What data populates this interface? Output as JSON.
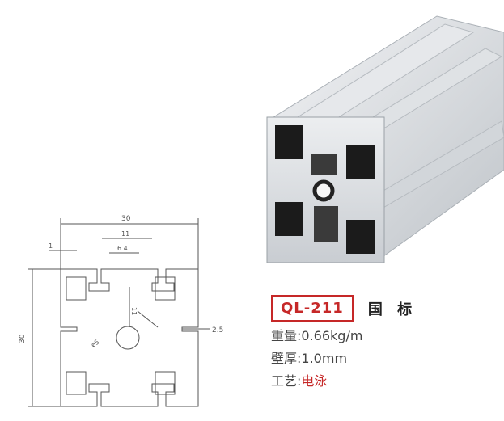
{
  "drawing": {
    "width_dim": "30",
    "height_dim": "30",
    "slot_top_dim": "11",
    "slot_inner_dim": "6.4",
    "slot_depth_dim": "11",
    "lip_dim": "1",
    "thickness_dim": "2.5",
    "hole_dim": "ø5"
  },
  "product": {
    "model": "QL-211",
    "standard": "国 标",
    "specs": [
      {
        "label": "重量:",
        "value": "0.66kg/m",
        "highlight": false
      },
      {
        "label": "壁厚:",
        "value": "1.0mm",
        "highlight": false
      },
      {
        "label": "工艺:",
        "value": "电泳",
        "highlight": true
      }
    ]
  },
  "colors": {
    "accent": "#c62828",
    "aluminum": "#d9dbde",
    "line": "#555555"
  }
}
